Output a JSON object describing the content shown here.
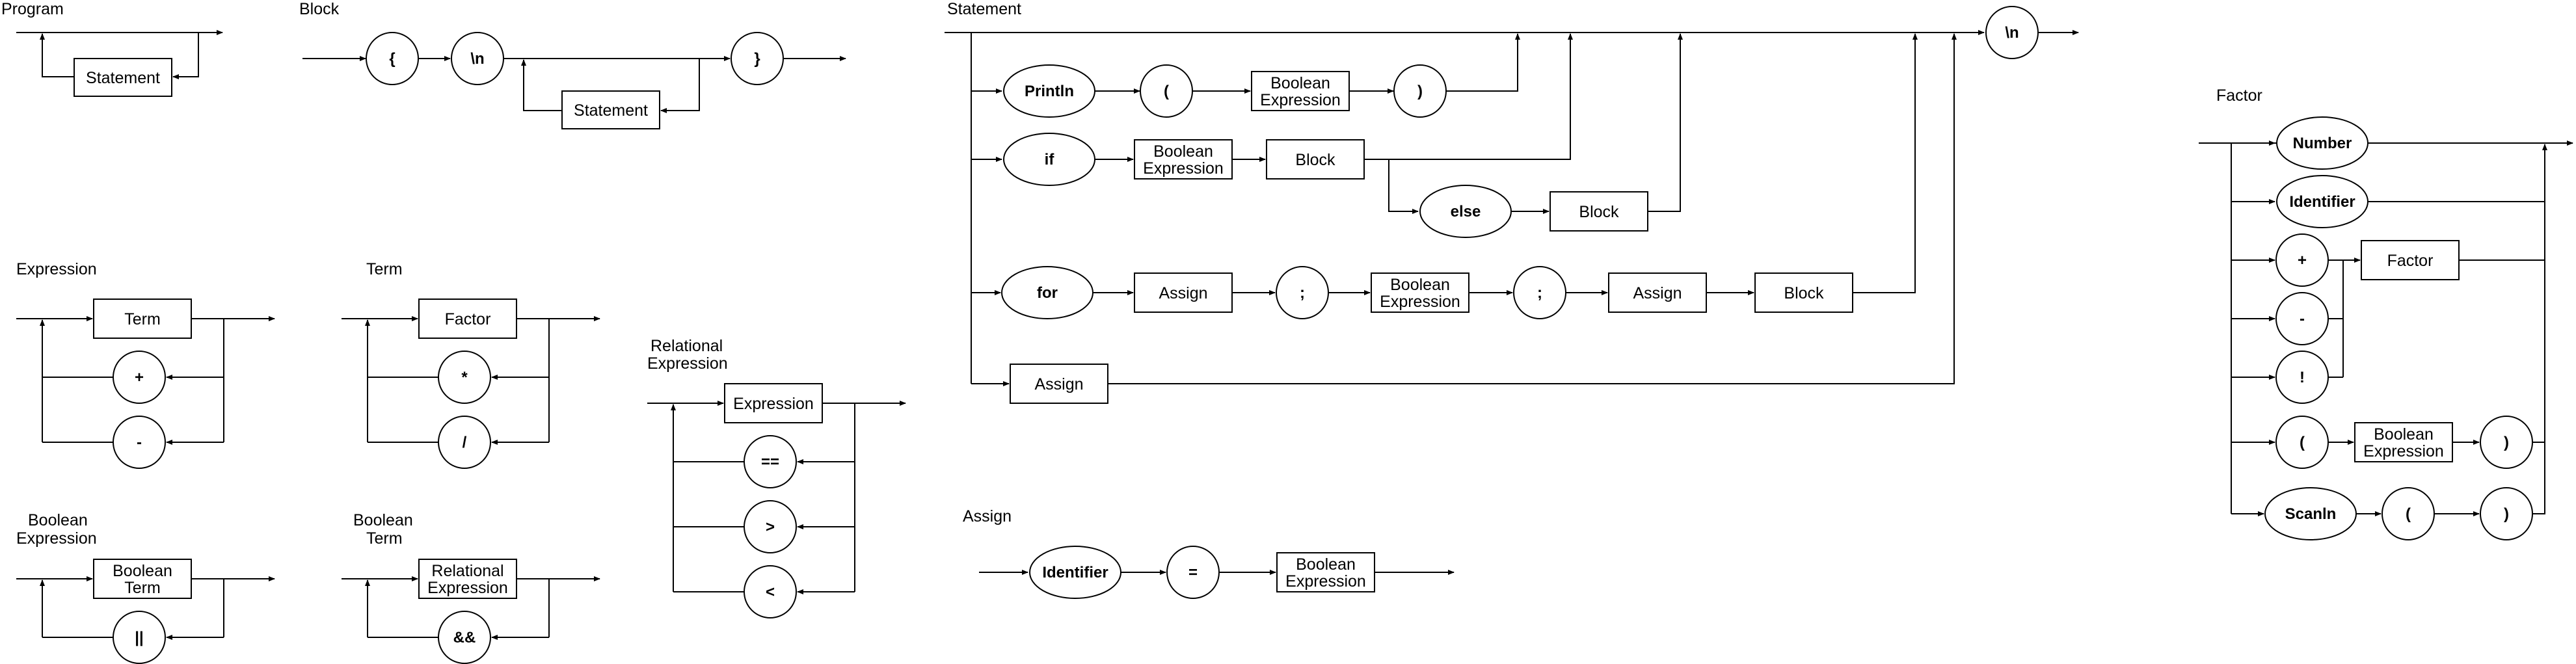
{
  "titles": {
    "program": "Program",
    "block": "Block",
    "statement": "Statement",
    "factor": "Factor",
    "expression": "Expression",
    "term": "Term",
    "relational_1": "Relational",
    "relational_2": "Expression",
    "boolean_expression_1": "Boolean",
    "boolean_expression_2": "Expression",
    "boolean_term_1": "Boolean",
    "boolean_term_2": "Term",
    "assign": "Assign"
  },
  "program": {
    "statement": "Statement"
  },
  "block": {
    "open": "{",
    "newline": "\\n",
    "statement": "Statement",
    "close": "}"
  },
  "statement": {
    "newline": "\\n",
    "println": "Println",
    "println_open": "(",
    "println_expr_1": "Boolean",
    "println_expr_2": "Expression",
    "println_close": ")",
    "if": "if",
    "if_expr_1": "Boolean",
    "if_expr_2": "Expression",
    "if_block": "Block",
    "else": "else",
    "else_block": "Block",
    "for": "for",
    "for_assign_1": "Assign",
    "for_semi_1": ";",
    "for_expr_1": "Boolean",
    "for_expr_2": "Expression",
    "for_semi_2": ";",
    "for_assign_2": "Assign",
    "for_block": "Block",
    "assign": "Assign"
  },
  "factor": {
    "number": "Number",
    "identifier": "Identifier",
    "plus": "+",
    "minus": "-",
    "not": "!",
    "factor": "Factor",
    "open": "(",
    "expr_1": "Boolean",
    "expr_2": "Expression",
    "close": ")",
    "scanln": "Scanln",
    "scan_open": "(",
    "scan_close": ")"
  },
  "expression": {
    "term": "Term",
    "plus": "+",
    "minus": "-"
  },
  "term": {
    "factor": "Factor",
    "mul": "*",
    "div": "/"
  },
  "relational": {
    "expression": "Expression",
    "eq": "==",
    "gt": ">",
    "lt": "<"
  },
  "boolean_expression": {
    "term_1": "Boolean",
    "term_2": "Term",
    "or": "||"
  },
  "boolean_term": {
    "rel_1": "Relational",
    "rel_2": "Expression",
    "and": "&&"
  },
  "assign": {
    "identifier": "Identifier",
    "eq": "=",
    "expr_1": "Boolean",
    "expr_2": "Expression"
  }
}
